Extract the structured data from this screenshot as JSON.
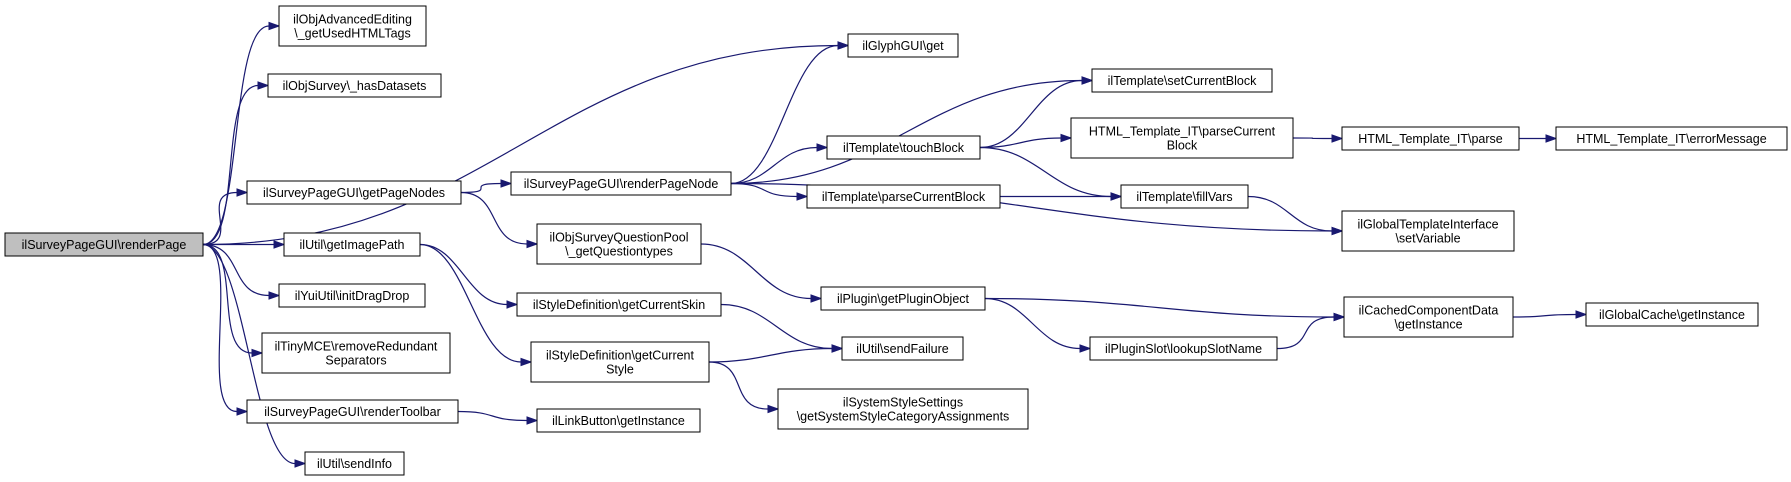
{
  "diagram": {
    "type": "call-graph",
    "colors": {
      "edge": "#191970",
      "root_fill": "#bfbfbf",
      "node_fill": "#ffffff",
      "node_border": "#000000"
    },
    "nodes": [
      {
        "id": "renderPage",
        "lines": [
          "ilSurveyPageGUI\\renderPage"
        ],
        "root": true
      },
      {
        "id": "getUsedHTMLTags",
        "lines": [
          "ilObjAdvancedEditing",
          "\\_getUsedHTMLTags"
        ]
      },
      {
        "id": "hasDatasets",
        "lines": [
          "ilObjSurvey\\_hasDatasets"
        ]
      },
      {
        "id": "glyphGet",
        "lines": [
          "ilGlyphGUI\\get"
        ]
      },
      {
        "id": "getPageNodes",
        "lines": [
          "ilSurveyPageGUI\\getPageNodes"
        ]
      },
      {
        "id": "getImagePath",
        "lines": [
          "ilUtil\\getImagePath"
        ]
      },
      {
        "id": "initDragDrop",
        "lines": [
          "ilYuiUtil\\initDragDrop"
        ]
      },
      {
        "id": "removeRedundant",
        "lines": [
          "ilTinyMCE\\removeRedundant",
          "Separators"
        ]
      },
      {
        "id": "renderToolbar",
        "lines": [
          "ilSurveyPageGUI\\renderToolbar"
        ]
      },
      {
        "id": "sendInfo",
        "lines": [
          "ilUtil\\sendInfo"
        ]
      },
      {
        "id": "renderPageNode",
        "lines": [
          "ilSurveyPageGUI\\renderPageNode"
        ]
      },
      {
        "id": "getQuestiontypes",
        "lines": [
          "ilObjSurveyQuestionPool",
          "\\_getQuestiontypes"
        ]
      },
      {
        "id": "getCurrentSkin",
        "lines": [
          "ilStyleDefinition\\getCurrentSkin"
        ]
      },
      {
        "id": "getCurrentStyle",
        "lines": [
          "ilStyleDefinition\\getCurrent",
          "Style"
        ]
      },
      {
        "id": "linkButton",
        "lines": [
          "ilLinkButton\\getInstance"
        ]
      },
      {
        "id": "systemStyle",
        "lines": [
          "ilSystemStyleSettings",
          "\\getSystemStyleCategoryAssignments"
        ]
      },
      {
        "id": "setCurrentBlock",
        "lines": [
          "ilTemplate\\setCurrentBlock"
        ]
      },
      {
        "id": "touchBlock",
        "lines": [
          "ilTemplate\\touchBlock"
        ]
      },
      {
        "id": "parseCurrentBlock",
        "lines": [
          "ilTemplate\\parseCurrentBlock"
        ]
      },
      {
        "id": "pluginObject",
        "lines": [
          "ilPlugin\\getPluginObject"
        ]
      },
      {
        "id": "sendFailure",
        "lines": [
          "ilUtil\\sendFailure"
        ]
      },
      {
        "id": "htmlParseCurrent",
        "lines": [
          "HTML_Template_IT\\parseCurrent",
          "Block"
        ]
      },
      {
        "id": "fillVars",
        "lines": [
          "ilTemplate\\fillVars"
        ]
      },
      {
        "id": "lookupSlotName",
        "lines": [
          "ilPluginSlot\\lookupSlotName"
        ]
      },
      {
        "id": "htmlParse",
        "lines": [
          "HTML_Template_IT\\parse"
        ]
      },
      {
        "id": "setVariable",
        "lines": [
          "ilGlobalTemplateInterface",
          "\\setVariable"
        ]
      },
      {
        "id": "cachedComponent",
        "lines": [
          "ilCachedComponentData",
          "\\getInstance"
        ]
      },
      {
        "id": "errorMessage",
        "lines": [
          "HTML_Template_IT\\errorMessage"
        ]
      },
      {
        "id": "globalCache",
        "lines": [
          "ilGlobalCache\\getInstance"
        ]
      }
    ],
    "edges": [
      [
        "renderPage",
        "getUsedHTMLTags"
      ],
      [
        "renderPage",
        "hasDatasets"
      ],
      [
        "renderPage",
        "glyphGet"
      ],
      [
        "renderPage",
        "getPageNodes"
      ],
      [
        "renderPage",
        "getImagePath"
      ],
      [
        "renderPage",
        "initDragDrop"
      ],
      [
        "renderPage",
        "removeRedundant"
      ],
      [
        "renderPage",
        "renderToolbar"
      ],
      [
        "renderPage",
        "sendInfo"
      ],
      [
        "getPageNodes",
        "renderPageNode"
      ],
      [
        "getPageNodes",
        "getQuestiontypes"
      ],
      [
        "getImagePath",
        "getCurrentSkin"
      ],
      [
        "getImagePath",
        "getCurrentStyle"
      ],
      [
        "renderToolbar",
        "linkButton"
      ],
      [
        "renderPageNode",
        "glyphGet"
      ],
      [
        "renderPageNode",
        "setCurrentBlock"
      ],
      [
        "renderPageNode",
        "touchBlock"
      ],
      [
        "renderPageNode",
        "parseCurrentBlock"
      ],
      [
        "renderPageNode",
        "setVariable"
      ],
      [
        "getQuestiontypes",
        "pluginObject"
      ],
      [
        "getCurrentSkin",
        "sendFailure"
      ],
      [
        "getCurrentStyle",
        "sendFailure"
      ],
      [
        "getCurrentStyle",
        "systemStyle"
      ],
      [
        "touchBlock",
        "setCurrentBlock"
      ],
      [
        "touchBlock",
        "htmlParseCurrent"
      ],
      [
        "touchBlock",
        "fillVars"
      ],
      [
        "parseCurrentBlock",
        "fillVars"
      ],
      [
        "pluginObject",
        "lookupSlotName"
      ],
      [
        "pluginObject",
        "cachedComponent"
      ],
      [
        "htmlParseCurrent",
        "htmlParse"
      ],
      [
        "htmlParse",
        "errorMessage"
      ],
      [
        "fillVars",
        "setVariable"
      ],
      [
        "lookupSlotName",
        "cachedComponent"
      ],
      [
        "cachedComponent",
        "globalCache"
      ]
    ]
  }
}
